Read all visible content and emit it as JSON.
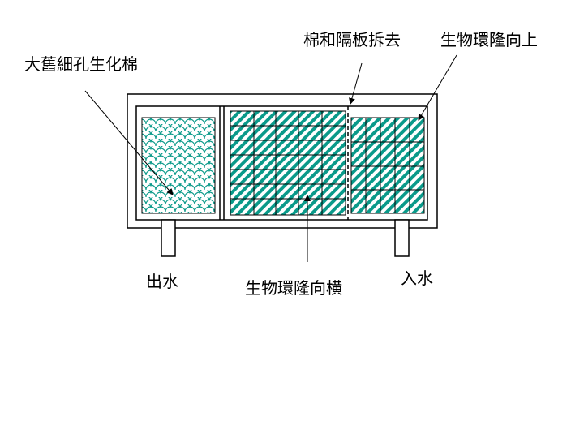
{
  "labels": {
    "sponge": "大舊細孔生化棉",
    "remove_cotton": "棉和隔板拆去",
    "bio_up": "生物環隆向上",
    "bio_side": "生物環隆向横",
    "water_out": "出水",
    "water_in": "入水"
  },
  "colors": {
    "line": "#000000",
    "teal": "#0a9a8a",
    "background": "#ffffff"
  }
}
